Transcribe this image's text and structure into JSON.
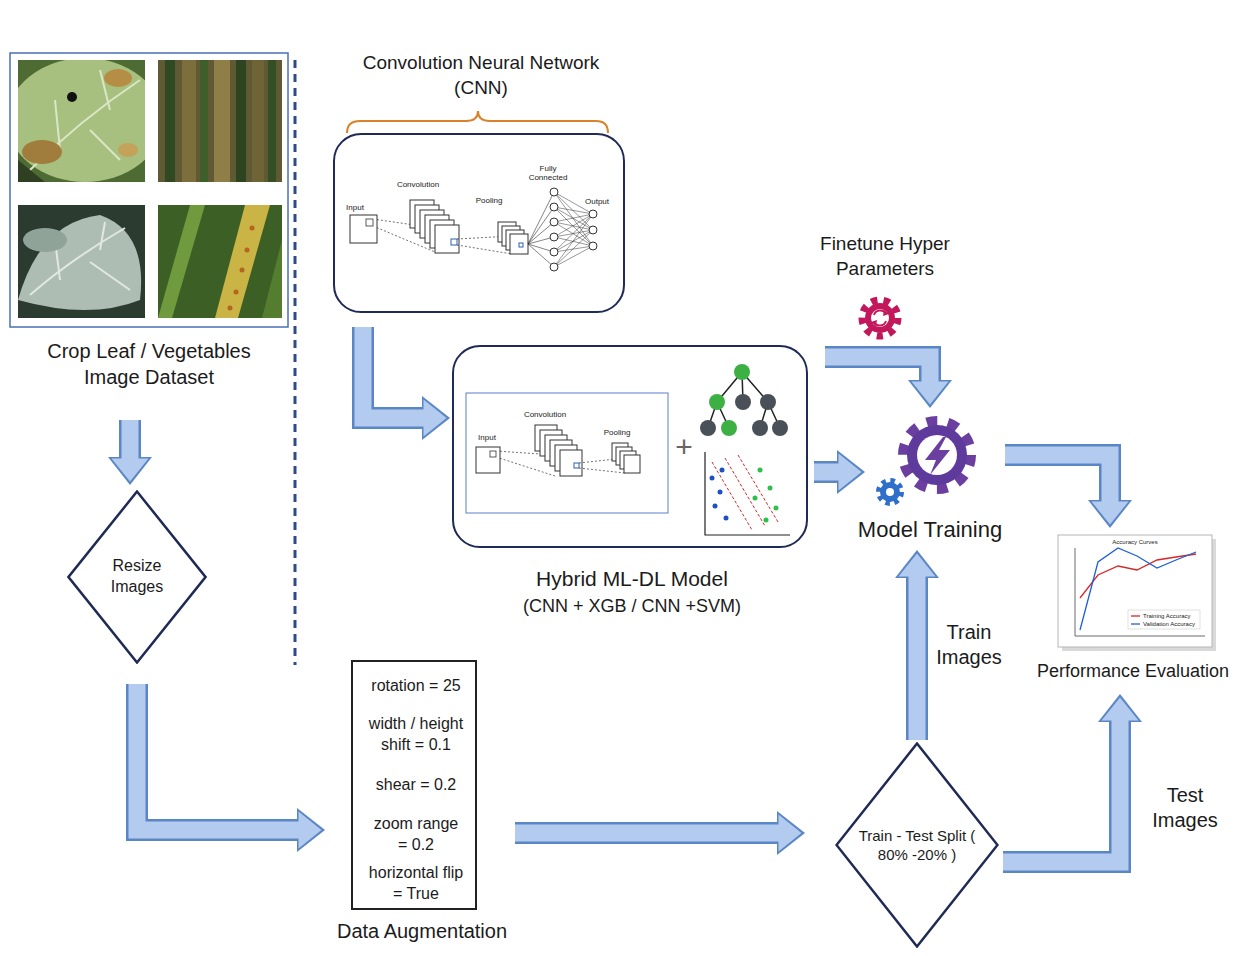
{
  "diagram": {
    "nodes": [
      {
        "text": [
          "Crop Leaf / Vegetables Image Dataset"
        ]
      },
      {
        "text": [
          "Convolution Neural Network (CNN)"
        ]
      },
      {
        "text": [
          "Finetune Hyper Parameters"
        ]
      },
      {
        "text": [
          "Hybrid ML-DL Model",
          "(CNN + XGB / CNN +SVM)"
        ]
      },
      {
        "text": [
          "Model Training"
        ]
      },
      {
        "text": [
          "Resize Images"
        ]
      },
      {
        "text": [
          "Performance Evaluation"
        ]
      },
      {
        "text": [
          "Data Augmentation"
        ]
      },
      {
        "text": [
          "rotation = 25"
        ],
        "in": 7
      },
      {
        "text": [
          "width / height shift = 0.1"
        ],
        "in": 7
      },
      {
        "text": [
          "shear = 0.2"
        ],
        "in": 7
      },
      {
        "text": [
          "zoom range = 0.2"
        ],
        "in": 7
      },
      {
        "text": [
          "horizontal flip = True"
        ],
        "in": 7
      },
      {
        "text": [
          "Train - Test Split ( 80% -20% )"
        ]
      }
    ],
    "edges": [
      {
        "from": 0,
        "to": 5,
        "arrow": "to"
      },
      {
        "from": 5,
        "to": 7,
        "arrow": "to"
      },
      {
        "from": 7,
        "to": 13,
        "arrow": "to"
      },
      {
        "from": 13,
        "to": 4,
        "label": "Train Images",
        "arrow": "to"
      },
      {
        "from": 13,
        "to": 6,
        "label": "Test Images",
        "arrow": "to"
      },
      {
        "from": 1,
        "to": 3,
        "arrow": "to"
      },
      {
        "from": 3,
        "to": 4,
        "arrow": "to"
      },
      {
        "from": 2,
        "to": 4,
        "arrow": "to"
      },
      {
        "from": 4,
        "to": 6,
        "arrow": "to"
      }
    ],
    "labels": [
      "Input",
      "Convolution",
      "Pooling",
      "Fully Connected",
      "Output",
      "Input",
      "Convolution",
      "Pooling",
      "+",
      "Accuracy Curves"
    ],
    "legend": [
      {
        "text": "Training Accuracy"
      },
      {
        "text": "Validation Accuracy"
      }
    ]
  }
}
